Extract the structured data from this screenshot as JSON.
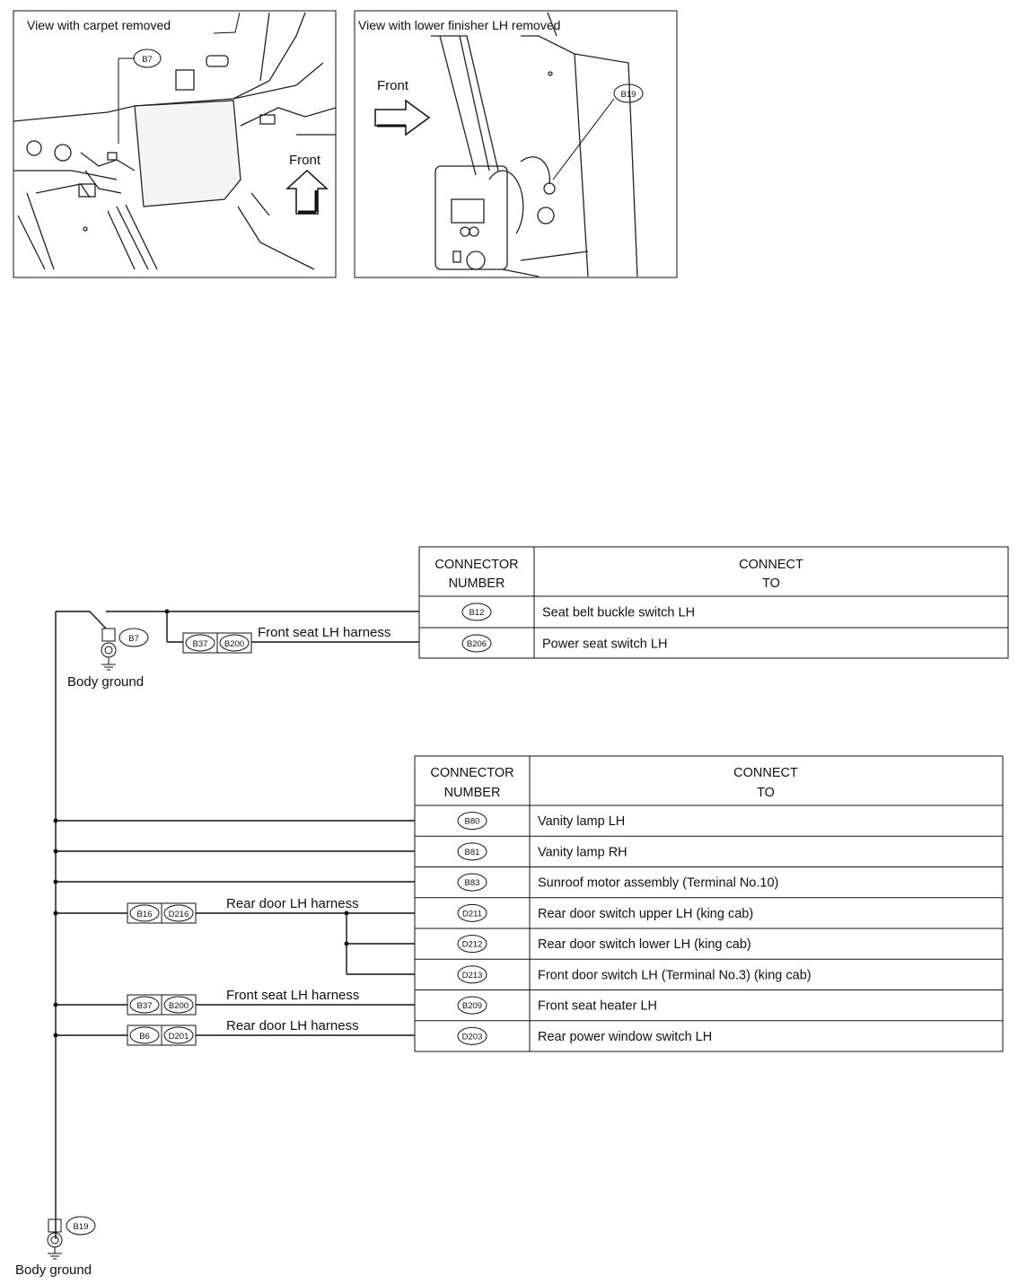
{
  "panels": {
    "left": {
      "title": "View with carpet removed",
      "connector": "B7",
      "front": "Front"
    },
    "right": {
      "title": "View with lower finisher LH removed",
      "connector": "B19",
      "front": "Front"
    }
  },
  "ground_top": {
    "connector": "B7",
    "label": "Body ground"
  },
  "ground_bottom": {
    "connector": "B19",
    "label": "Body ground"
  },
  "top_harness": {
    "label": "Front seat LH harness",
    "c1": "B37",
    "c2": "B200"
  },
  "table_header": {
    "col1_line1": "CONNECTOR",
    "col1_line2": "NUMBER",
    "col2_line1": "CONNECT",
    "col2_line2": "TO"
  },
  "table1": [
    {
      "conn": "B12",
      "to": "Seat belt buckle switch LH"
    },
    {
      "conn": "B206",
      "to": "Power seat switch LH"
    }
  ],
  "table2": [
    {
      "conn": "B80",
      "to": "Vanity lamp LH"
    },
    {
      "conn": "B81",
      "to": "Vanity lamp RH"
    },
    {
      "conn": "B83",
      "to": "Sunroof motor assembly (Terminal No.10)"
    },
    {
      "conn": "D211",
      "to": "Rear door switch upper LH (king cab)"
    },
    {
      "conn": "D212",
      "to": "Rear door switch lower LH (king cab)"
    },
    {
      "conn": "D213",
      "to": "Front door switch LH (Terminal No.3) (king cab)"
    },
    {
      "conn": "B209",
      "to": "Front seat heater LH"
    },
    {
      "conn": "D203",
      "to": "Rear power window switch LH"
    }
  ],
  "harnesses2": [
    {
      "label": "Rear door LH harness",
      "c1": "B16",
      "c2": "D216"
    },
    {
      "label": "Front seat LH harness",
      "c1": "B37",
      "c2": "B200"
    },
    {
      "label": "Rear door LH harness",
      "c1": "B6",
      "c2": "D201"
    }
  ]
}
